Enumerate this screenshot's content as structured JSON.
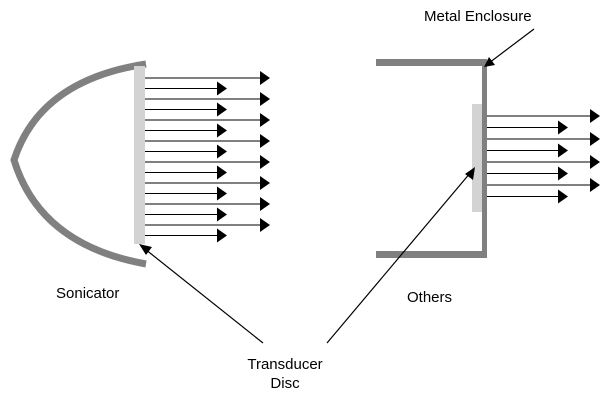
{
  "labels": {
    "metal_enclosure": "Metal Enclosure",
    "sonicator": "Sonicator",
    "others": "Others",
    "transducer_line1": "Transducer",
    "transducer_line2": "Disc"
  },
  "colors": {
    "housing": "#808080",
    "disc": "#d3d3d3",
    "lines": "#000000",
    "background": "#ffffff"
  }
}
